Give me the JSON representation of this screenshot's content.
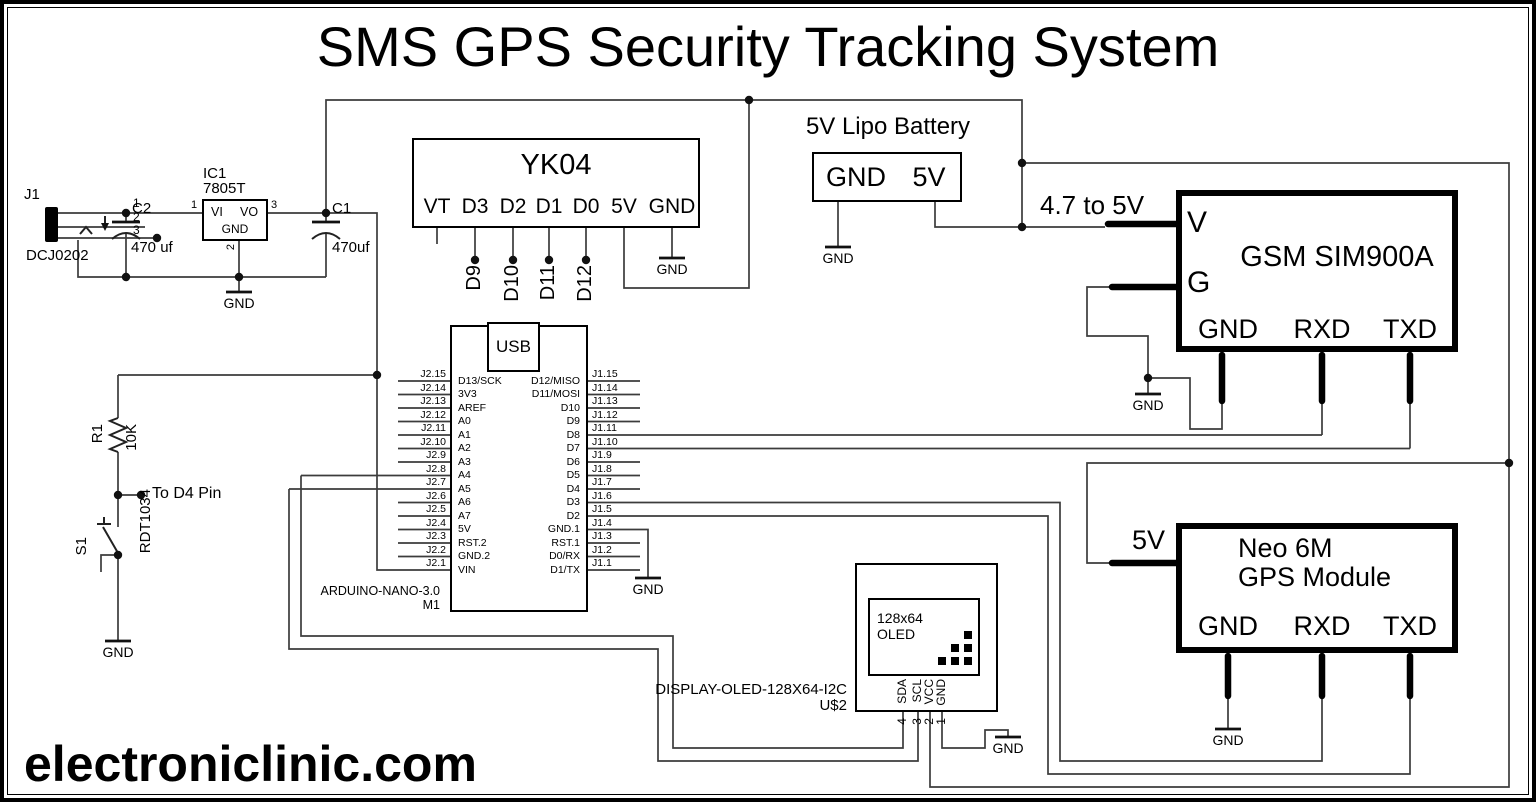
{
  "title": "SMS GPS Security Tracking System",
  "site": "electroniclinic.com",
  "labels": {
    "gnd": "GND",
    "to_d4": "To D4 Pin",
    "v47": "4.7 to 5V"
  },
  "jack": {
    "ref": "J1",
    "part": "DCJ0202",
    "pin1": "1",
    "pin2": "2",
    "pin3": "3"
  },
  "regulator": {
    "ref": "IC1",
    "part": "7805T",
    "vi": "VI",
    "vo": "VO",
    "gnd": "GND",
    "pin_in": "1",
    "pin_gnd": "2",
    "pin_out": "3"
  },
  "cap_in": {
    "ref": "C2",
    "value": "470 uf"
  },
  "cap_out": {
    "ref": "C1",
    "value": "470uf"
  },
  "resistor": {
    "ref": "R1",
    "value": "10K"
  },
  "switch": {
    "ref": "S1",
    "part": "RDT1034"
  },
  "yk04": {
    "title": "YK04",
    "pins": [
      "VT",
      "D3",
      "D2",
      "D1",
      "D0",
      "5V",
      "GND"
    ],
    "nets": [
      "D9",
      "D10",
      "D11",
      "D12"
    ]
  },
  "battery": {
    "title": "5V Lipo Battery",
    "pin_gnd": "GND",
    "pin_5v": "5V"
  },
  "gsm": {
    "title": "GSM SIM900A",
    "pin_v": "V",
    "pin_g": "G",
    "pin_gnd": "GND",
    "pin_rxd": "RXD",
    "pin_txd": "TXD"
  },
  "gps": {
    "title_line1": "Neo 6M",
    "title_line2": "GPS Module",
    "pin_5v": "5V",
    "pin_gnd": "GND",
    "pin_rxd": "RXD",
    "pin_txd": "TXD"
  },
  "oled": {
    "screen_line1": "128x64",
    "screen_line2": "OLED",
    "part": "DISPLAY-OLED-128X64-I2C",
    "ref": "U$2",
    "pins": [
      "SDA",
      "SCL",
      "VCC",
      "GND"
    ],
    "pin_numbers": [
      "4",
      "3",
      "2",
      "1"
    ]
  },
  "arduino": {
    "part": "ARDUINO-NANO-3.0",
    "ref": "M1",
    "usb": "USB",
    "left_pins": [
      [
        "J2.15",
        "D13/SCK"
      ],
      [
        "J2.14",
        "3V3"
      ],
      [
        "J2.13",
        "AREF"
      ],
      [
        "J2.12",
        "A0"
      ],
      [
        "J2.11",
        "A1"
      ],
      [
        "J2.10",
        "A2"
      ],
      [
        "J2.9",
        "A3"
      ],
      [
        "J2.8",
        "A4"
      ],
      [
        "J2.7",
        "A5"
      ],
      [
        "J2.6",
        "A6"
      ],
      [
        "J2.5",
        "A7"
      ],
      [
        "J2.4",
        "5V"
      ],
      [
        "J2.3",
        "RST.2"
      ],
      [
        "J2.2",
        "GND.2"
      ],
      [
        "J2.1",
        "VIN"
      ]
    ],
    "right_pins": [
      [
        "J1.15",
        "D12/MISO"
      ],
      [
        "J1.14",
        "D11/MOSI"
      ],
      [
        "J1.13",
        "D10"
      ],
      [
        "J1.12",
        "D9"
      ],
      [
        "J1.11",
        "D8"
      ],
      [
        "J1.10",
        "D7"
      ],
      [
        "J1.9",
        "D6"
      ],
      [
        "J1.8",
        "D5"
      ],
      [
        "J1.7",
        "D4"
      ],
      [
        "J1.6",
        "D3"
      ],
      [
        "J1.5",
        "D2"
      ],
      [
        "J1.4",
        "GND.1"
      ],
      [
        "J1.3",
        "RST.1"
      ],
      [
        "J1.2",
        "D0/RX"
      ],
      [
        "J1.1",
        "D1/TX"
      ]
    ]
  }
}
